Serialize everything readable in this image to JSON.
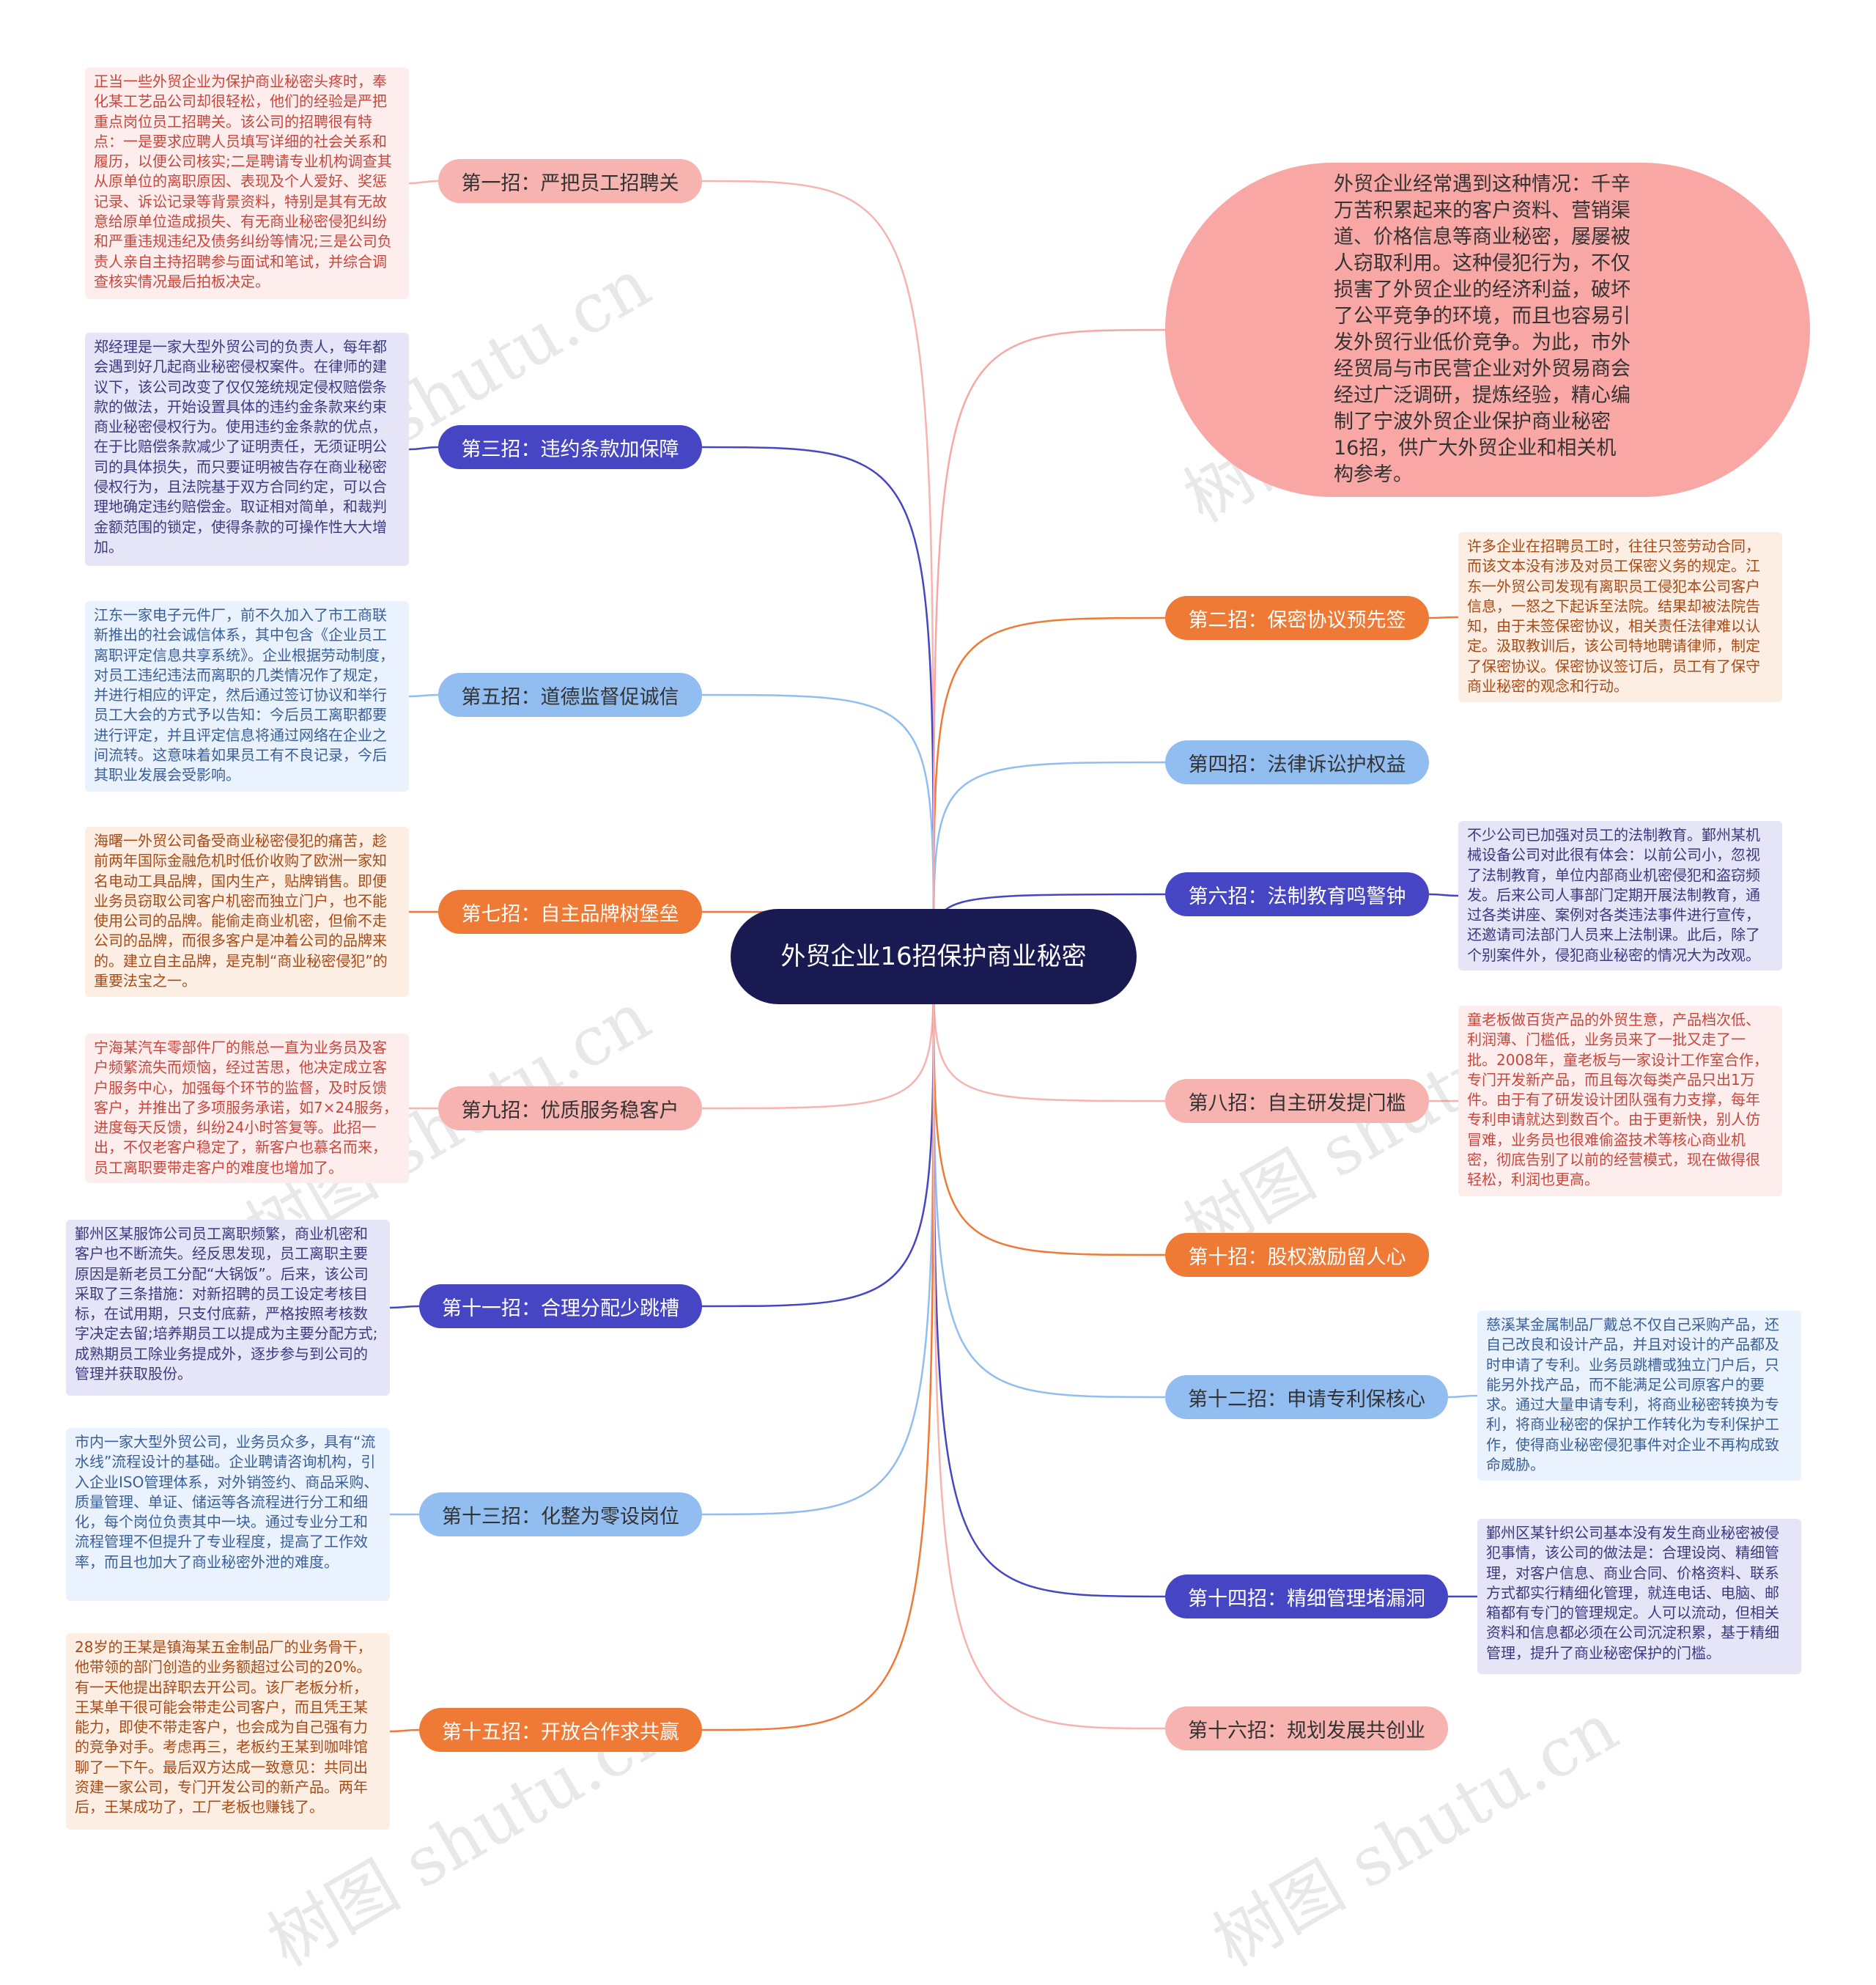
{
  "center": "外贸企业16招保护商业秘密",
  "intro": "外贸企业经常遇到这种情况：千辛万苦积累起来的客户资料、营销渠道、价格信息等商业秘密，屡屡被人窃取利用。这种侵犯行为，不仅损害了外贸企业的经济利益，破坏了公平竞争的环境，而且也容易引发外贸行业低价竞争。为此，市外经贸局与市民营企业对外贸易商会经过广泛调研，提炼经验，精心编制了宁波外贸企业保护商业秘密16招，供广大外贸企业和相关机构参考。",
  "colors": {
    "pink": "#f7b3b0",
    "navy": "#4646c4",
    "blue": "#92bdf0",
    "orange": "#ee7a36",
    "center": "#1a1a52",
    "intro": "#f8a7a4"
  },
  "branches": [
    {
      "label": "第一招：严把员工招聘关",
      "desc": "正当一些外贸企业为保护商业秘密头疼时，奉化某工艺品公司却很轻松，他们的经验是严把重点岗位员工招聘关。该公司的招聘很有特点：一是要求应聘人员填写详细的社会关系和履历，以便公司核实;二是聘请专业机构调查其从原单位的离职原因、表现及个人爱好、奖惩记录、诉讼记录等背景资料，特别是其有无故意给原单位造成损失、有无商业秘密侵犯纠纷和严重违规违纪及债务纠纷等情况;三是公司负责人亲自主持招聘参与面试和笔试，并综合调查核实情况最后拍板决定。"
    },
    {
      "label": "第二招：保密协议预先签",
      "desc": "许多企业在招聘员工时，往往只签劳动合同，而该文本没有涉及对员工保密义务的规定。江东一外贸公司发现有离职员工侵犯本公司客户信息，一怒之下起诉至法院。结果却被法院告知，由于未签保密协议，相关责任法律难以认定。汲取教训后，该公司特地聘请律师，制定了保密协议。保密协议签订后，员工有了保守商业秘密的观念和行动。"
    },
    {
      "label": "第三招：违约条款加保障",
      "desc": "郑经理是一家大型外贸公司的负责人，每年都会遇到好几起商业秘密侵权案件。在律师的建议下，该公司改变了仅仅笼统规定侵权赔偿条款的做法，开始设置具体的违约金条款来约束商业秘密侵权行为。使用违约金条款的优点，在于比赔偿条款减少了证明责任，无须证明公司的具体损失，而只要证明被告存在商业秘密侵权行为，且法院基于双方合同约定，可以合理地确定违约赔偿金。取证相对简单，和裁判金额范围的锁定，使得条款的可操作性大大增加。"
    },
    {
      "label": "第四招：法律诉讼护权益",
      "desc": ""
    },
    {
      "label": "第五招：道德监督促诚信",
      "desc": "江东一家电子元件厂，前不久加入了市工商联新推出的社会诚信体系，其中包含《企业员工离职评定信息共享系统》。企业根据劳动制度，对员工违纪违法而离职的几类情况作了规定，并进行相应的评定，然后通过签订协议和举行员工大会的方式予以告知：今后员工离职都要进行评定，并且评定信息将通过网络在企业之间流转。这意味着如果员工有不良记录，今后其职业发展会受影响。"
    },
    {
      "label": "第六招：法制教育鸣警钟",
      "desc": "不少公司已加强对员工的法制教育。鄞州某机械设备公司对此很有体会：以前公司小，忽视了法制教育，单位内部商业机密侵犯和盗窃频发。后来公司人事部门定期开展法制教育，通过各类讲座、案例对各类违法事件进行宣传，还邀请司法部门人员来上法制课。此后，除了个别案件外，侵犯商业秘密的情况大为改观。"
    },
    {
      "label": "第七招：自主品牌树堡垒",
      "desc": "海曙一外贸公司备受商业秘密侵犯的痛苦，趁前两年国际金融危机时低价收购了欧洲一家知名电动工具品牌，国内生产，贴牌销售。即便业务员窃取公司客户机密而独立门户，也不能使用公司的品牌。能偷走商业机密，但偷不走公司的品牌，而很多客户是冲着公司的品牌来的。建立自主品牌，是克制“商业秘密侵犯”的重要法宝之一。"
    },
    {
      "label": "第八招：自主研发提门槛",
      "desc": "童老板做百货产品的外贸生意，产品档次低、利润薄、门槛低，业务员来了一批又走了一批。2008年，童老板与一家设计工作室合作，专门开发新产品，而且每次每类产品只出1万件。由于有了研发设计团队强有力支撑，每年专利申请就达到数百个。由于更新快，别人仿冒难，业务员也很难偷盗技术等核心商业机密，彻底告别了以前的经营模式，现在做得很轻松，利润也更高。"
    },
    {
      "label": "第九招：优质服务稳客户",
      "desc": "宁海某汽车零部件厂的熊总一直为业务员及客户频繁流失而烦恼，经过苦思，他决定成立客户服务中心，加强每个环节的监督，及时反馈客户，并推出了多项服务承诺，如7×24服务，进度每天反馈，纠纷24小时答复等。此招一出，不仅老客户稳定了，新客户也慕名而来，员工离职要带走客户的难度也增加了。"
    },
    {
      "label": "第十招：股权激励留人心",
      "desc": ""
    },
    {
      "label": "第十一招：合理分配少跳槽",
      "desc": "鄞州区某服饰公司员工离职频繁，商业机密和客户也不断流失。经反思发现，员工离职主要原因是新老员工分配“大锅饭”。后来，该公司采取了三条措施：对新招聘的员工设定考核目标，在试用期，只支付底薪，严格按照考核数字决定去留;培养期员工以提成为主要分配方式;成熟期员工除业务提成外，逐步参与到公司的管理并获取股份。"
    },
    {
      "label": "第十二招：申请专利保核心",
      "desc": "慈溪某金属制品厂戴总不仅自己采购产品，还自己改良和设计产品，并且对设计的产品都及时申请了专利。业务员跳槽或独立门户后，只能另外找产品，而不能满足公司原客户的要求。通过大量申请专利，将商业秘密转换为专利，将商业秘密的保护工作转化为专利保护工作，使得商业秘密侵犯事件对企业不再构成致命威胁。"
    },
    {
      "label": "第十三招：化整为零设岗位",
      "desc": "市内一家大型外贸公司，业务员众多，具有“流水线”流程设计的基础。企业聘请咨询机构，引入企业ISO管理体系，对外销签约、商品采购、质量管理、单证、储运等各流程进行分工和细化，每个岗位负责其中一块。通过专业分工和流程管理不但提升了专业程度，提高了工作效率，而且也加大了商业秘密外泄的难度。"
    },
    {
      "label": "第十四招：精细管理堵漏洞",
      "desc": "鄞州区某针织公司基本没有发生商业秘密被侵犯事情，该公司的做法是：合理设岗、精细管理，对客户信息、商业合同、价格资料、联系方式都实行精细化管理，就连电话、电脑、邮箱都有专门的管理规定。人可以流动，但相关资料和信息都必须在公司沉淀积累，基于精细管理，提升了商业秘密保护的门槛。"
    },
    {
      "label": "第十五招：开放合作求共赢",
      "desc": "28岁的王某是镇海某五金制品厂的业务骨干，他带领的部门创造的业务额超过公司的20%。有一天他提出辞职去开公司。该厂老板分析，王某单干很可能会带走公司客户，而且凭王某能力，即使不带走客户，也会成为自己强有力的竞争对手。考虑再三，老板约王某到咖啡馆聊了一下午。最后双方达成一致意见：共同出资建一家公司，专门开发公司的新产品。两年后，王某成功了，工厂老板也赚钱了。"
    },
    {
      "label": "第十六招：规划发展共创业",
      "desc": ""
    }
  ],
  "watermark": "树图 shutu.cn"
}
